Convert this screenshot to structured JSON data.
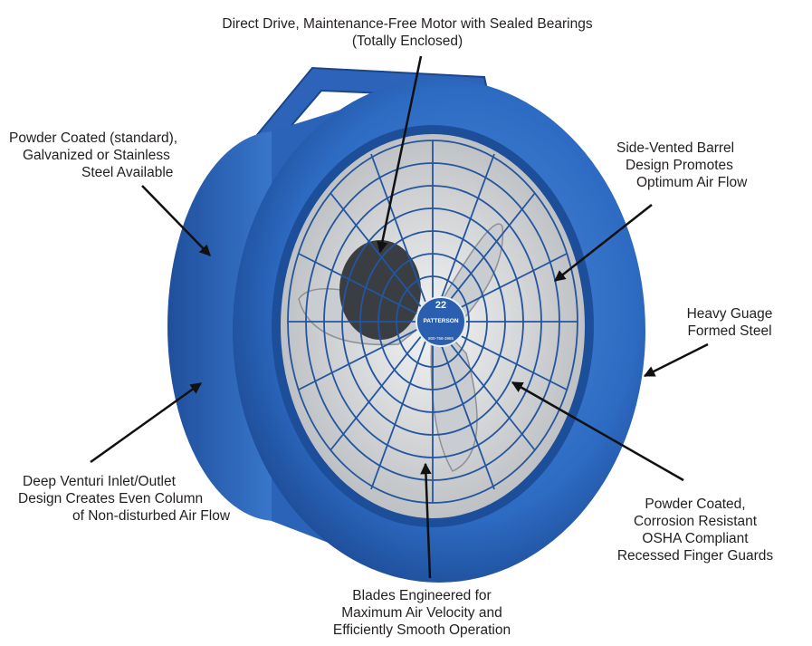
{
  "callouts": {
    "motor": {
      "lines": [
        "Direct Drive, Maintenance-Free Motor with Sealed Bearings",
        "(Totally Enclosed)"
      ]
    },
    "coating": {
      "lines": [
        "Powder Coated (standard),",
        "Galvanized or Stainless",
        "Steel Available"
      ]
    },
    "barrel": {
      "lines": [
        "Side-Vented Barrel",
        "Design Promotes",
        "Optimum Air Flow"
      ]
    },
    "steel": {
      "lines": [
        "Heavy Guage",
        "Formed Steel"
      ]
    },
    "venturi": {
      "lines": [
        "Deep Venturi Inlet/Outlet",
        "Design Creates Even Column",
        "of Non-disturbed Air Flow"
      ]
    },
    "guards": {
      "lines": [
        "Powder Coated,",
        "Corrosion Resistant",
        "OSHA Compliant",
        "Recessed Finger Guards"
      ]
    },
    "blades": {
      "lines": [
        "Blades Engineered for",
        "Maximum Air Velocity and",
        "Efficiently Smooth Operation"
      ]
    }
  },
  "badge": {
    "number": "22",
    "brand": "PATTERSON",
    "phone": "800-768-3985"
  },
  "colors": {
    "housing": "#2e6cc4",
    "housing_dark": "#1c4a94",
    "arrow": "#111111"
  }
}
